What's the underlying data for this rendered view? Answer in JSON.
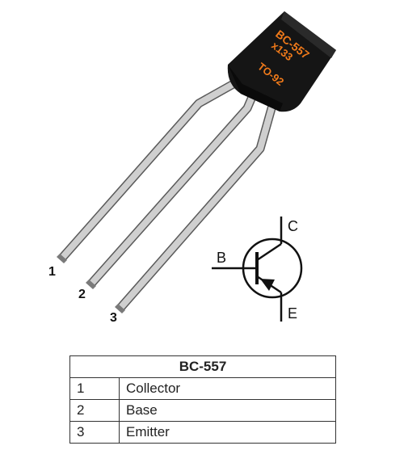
{
  "package": {
    "marking_line1": "BC-557",
    "marking_line2": "x133",
    "marking_line3": "TO-92",
    "body_color": "#1a1a1a",
    "marking_color": "#f07a1a",
    "lead_color": "#c9c9c9"
  },
  "pins": [
    {
      "number": "1"
    },
    {
      "number": "2"
    },
    {
      "number": "3"
    }
  ],
  "symbol": {
    "collector_label": "C",
    "base_label": "B",
    "emitter_label": "E"
  },
  "table": {
    "title": "BC-557",
    "rows": [
      {
        "pin": "1",
        "name": "Collector"
      },
      {
        "pin": "2",
        "name": "Base"
      },
      {
        "pin": "3",
        "name": "Emitter"
      }
    ]
  }
}
